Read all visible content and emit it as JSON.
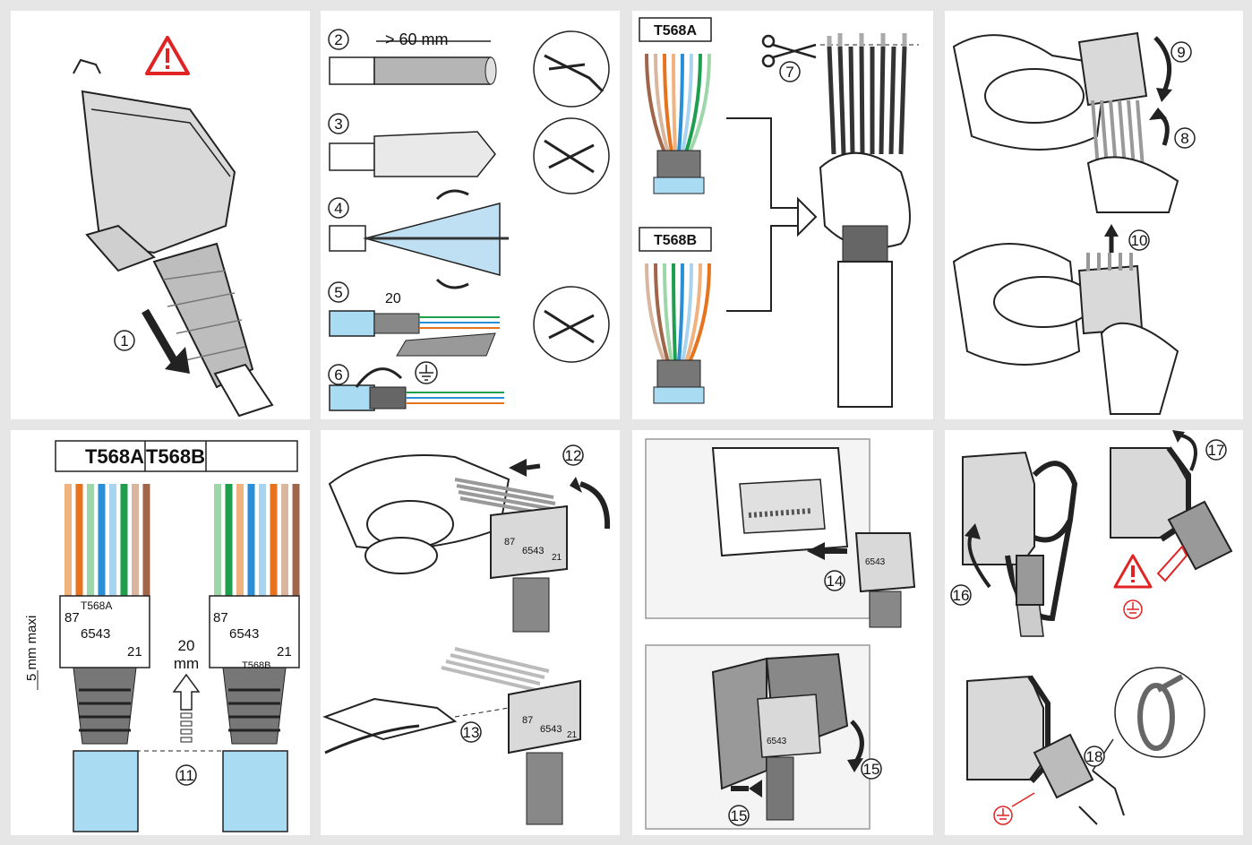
{
  "steps": [
    "1",
    "2",
    "3",
    "4",
    "5",
    "6",
    "7",
    "8",
    "9",
    "10",
    "11",
    "12",
    "13",
    "14",
    "15",
    "15",
    "16",
    "17",
    "18"
  ],
  "dims": {
    "strip_length": "> 60 mm",
    "shield_length": "20",
    "max_untwist_vert": "5 mm maxi",
    "max_untwist_horiz": "20",
    "max_untwist_unit": "mm"
  },
  "standards": {
    "a": "T568A",
    "b": "T568B"
  },
  "connector": {
    "pins_left": "87",
    "pins_mid": "6543",
    "pins_right": "21",
    "mini_a": "T568A",
    "mini_b": "T568B"
  },
  "colors": {
    "orange": "#e8731f",
    "orange_light": "#f0b27e",
    "blue": "#2a8fd6",
    "blue_light": "#a9d4f0",
    "green": "#1e9e4f",
    "green_light": "#9dd7a9",
    "brown": "#a0664a",
    "brown_light": "#d9b79f",
    "cable_blue": "#a9dcf2",
    "warn_red": "#e02424"
  }
}
